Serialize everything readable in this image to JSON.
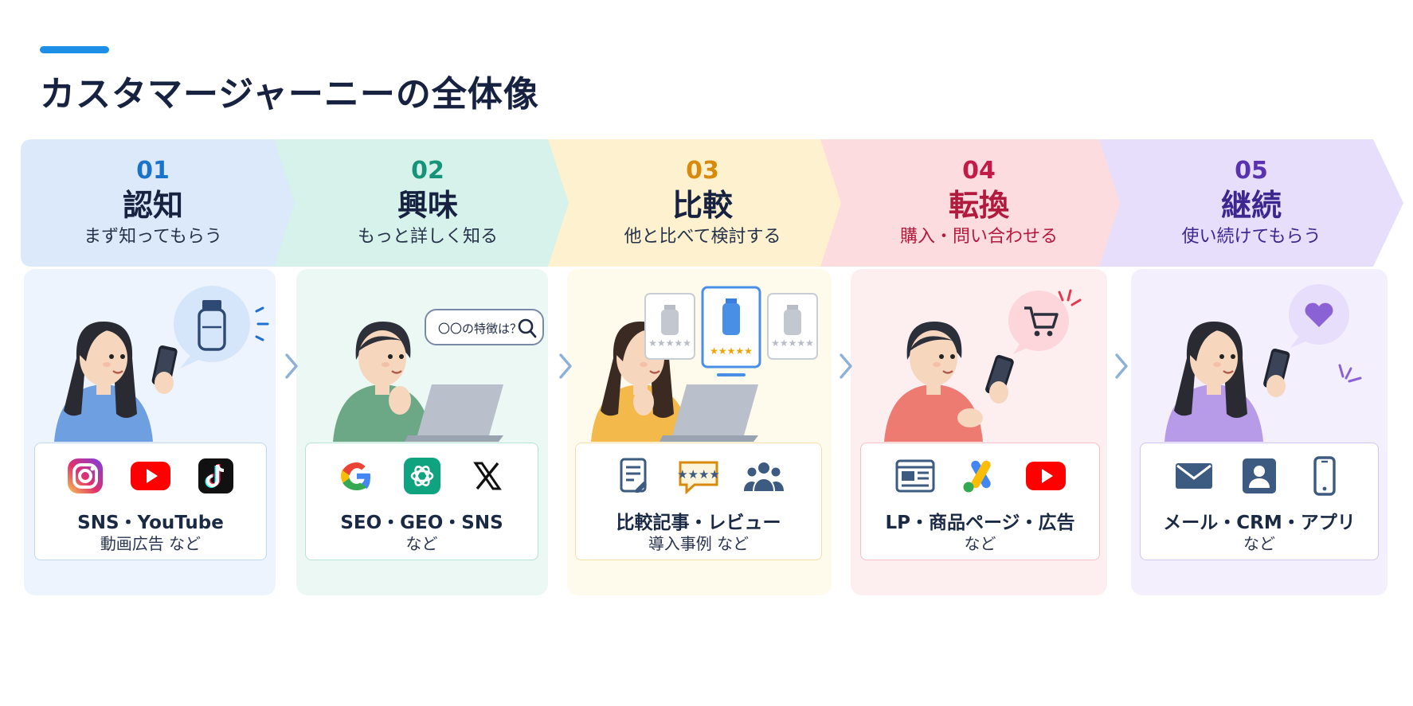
{
  "title": "カスタマージャーニーの全体像",
  "colors": {
    "accent": "#1e8fe6",
    "title": "#16223f"
  },
  "stages": [
    {
      "number": "01",
      "name": "認知",
      "desc": "まず知ってもらう",
      "color": "#1a72c9",
      "bg": "#dbe9fb",
      "channels_line1": "SNS・YouTube",
      "channels_line2": "動画広告 など",
      "icons": [
        "instagram-icon",
        "youtube-icon",
        "tiktok-icon"
      ]
    },
    {
      "number": "02",
      "name": "興味",
      "desc": "もっと詳しく知る",
      "color": "#15947a",
      "bg": "#d6f2ea",
      "bubble_text": "〇〇の特徴は？",
      "channels_line1": "SEO・GEO・SNS",
      "channels_line2": "など",
      "icons": [
        "google-icon",
        "chatgpt-icon",
        "x-icon"
      ]
    },
    {
      "number": "03",
      "name": "比較",
      "desc": "他と比べて検討する",
      "color": "#d88a0c",
      "bg": "#fdf1cf",
      "channels_line1": "比較記事・レビュー",
      "channels_line2": "導入事例 など",
      "icons": [
        "article-icon",
        "review-icon",
        "users-icon"
      ]
    },
    {
      "number": "04",
      "name": "転換",
      "desc": "購入・問い合わせる",
      "color": "#c21b47",
      "bg": "#fcdcdf",
      "channels_line1": "LP・商品ページ・広告",
      "channels_line2": "など",
      "icons": [
        "landing-page-icon",
        "google-ads-icon",
        "youtube-icon"
      ]
    },
    {
      "number": "05",
      "name": "継続",
      "desc": "使い続けてもらう",
      "color": "#5a32b0",
      "bg": "#e6defb",
      "channels_line1": "メール・CRM・アプリ",
      "channels_line2": "など",
      "icons": [
        "mail-icon",
        "crm-icon",
        "app-icon"
      ]
    }
  ]
}
